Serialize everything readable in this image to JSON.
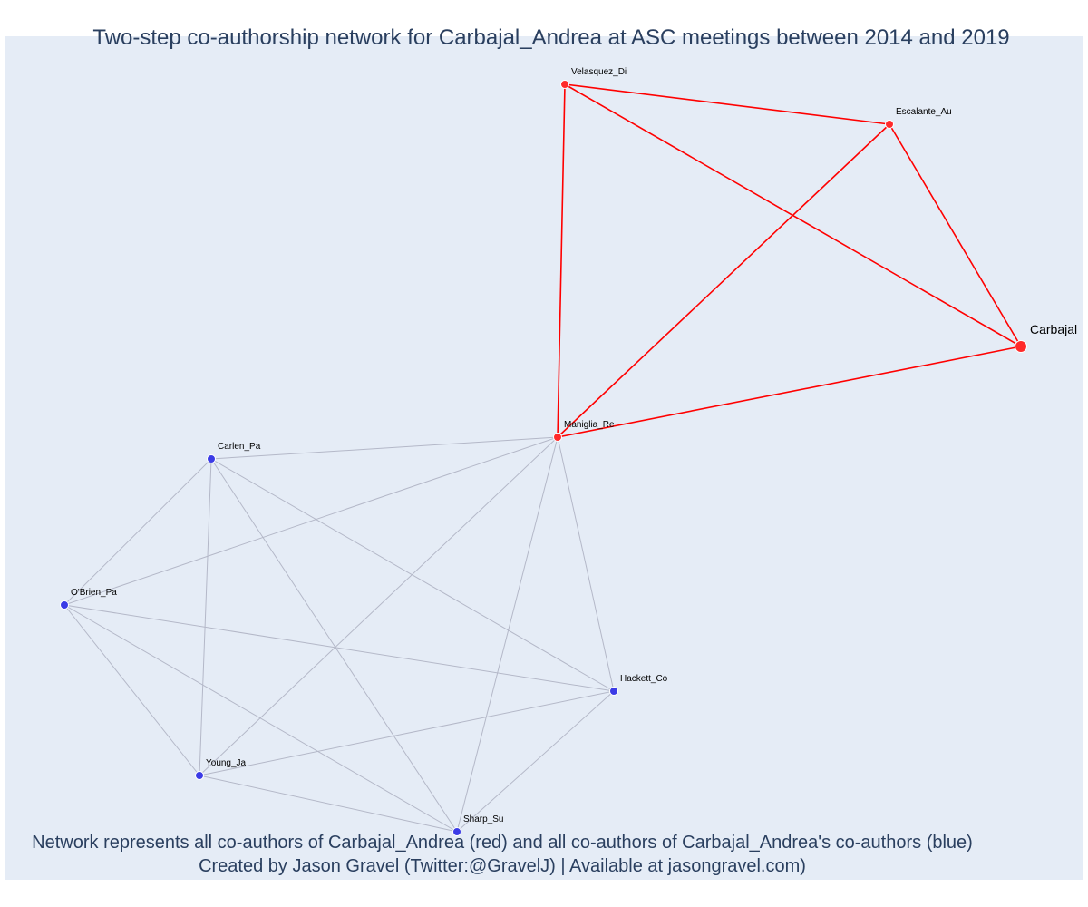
{
  "title": "Two-step co-authorship network for Carbajal_Andrea at ASC meetings between 2014 and 2019",
  "caption_lines": [
    "Network represents all co-authors of Carbajal_Andrea (red) and all co-authors of Carbajal_Andrea's co-authors (blue)",
    "Created by Jason Gravel (Twitter:@GravelJ) | Available at jasongravel.com)"
  ],
  "colors": {
    "background": "#e5ecf6",
    "red_node": "#ff2a2a",
    "blue_node": "#3b3be6",
    "red_edge": "#ff0000",
    "grey_edge": "#b4b8c8",
    "text": "#2a3f5f"
  },
  "nodes": [
    {
      "id": "carbajal",
      "label": "Carbajal_Andrea",
      "display": "Carbajal_",
      "group": "focal"
    },
    {
      "id": "velasquez",
      "label": "Velasquez_Di",
      "group": "red"
    },
    {
      "id": "escalante",
      "label": "Escalante_Au",
      "group": "red"
    },
    {
      "id": "maniglia",
      "label": "Maniglia_Re",
      "group": "red"
    },
    {
      "id": "carlen",
      "label": "Carlen_Pa",
      "group": "blue"
    },
    {
      "id": "obrien",
      "label": "O'Brien_Pa",
      "group": "blue"
    },
    {
      "id": "hackett",
      "label": "Hackett_Co",
      "group": "blue"
    },
    {
      "id": "young",
      "label": "Young_Ja",
      "group": "blue"
    },
    {
      "id": "sharp",
      "label": "Sharp_Su",
      "group": "blue"
    }
  ],
  "edges": [
    {
      "source": "velasquez",
      "target": "escalante",
      "group": "red"
    },
    {
      "source": "velasquez",
      "target": "maniglia",
      "group": "red"
    },
    {
      "source": "velasquez",
      "target": "carbajal",
      "group": "red"
    },
    {
      "source": "escalante",
      "target": "maniglia",
      "group": "red"
    },
    {
      "source": "escalante",
      "target": "carbajal",
      "group": "red"
    },
    {
      "source": "maniglia",
      "target": "carbajal",
      "group": "red"
    },
    {
      "source": "maniglia",
      "target": "carlen",
      "group": "blue"
    },
    {
      "source": "maniglia",
      "target": "obrien",
      "group": "blue"
    },
    {
      "source": "maniglia",
      "target": "hackett",
      "group": "blue"
    },
    {
      "source": "maniglia",
      "target": "young",
      "group": "blue"
    },
    {
      "source": "maniglia",
      "target": "sharp",
      "group": "blue"
    },
    {
      "source": "carlen",
      "target": "obrien",
      "group": "blue"
    },
    {
      "source": "carlen",
      "target": "young",
      "group": "blue"
    },
    {
      "source": "carlen",
      "target": "sharp",
      "group": "blue"
    },
    {
      "source": "carlen",
      "target": "hackett",
      "group": "blue"
    },
    {
      "source": "obrien",
      "target": "hackett",
      "group": "blue"
    },
    {
      "source": "obrien",
      "target": "young",
      "group": "blue"
    },
    {
      "source": "obrien",
      "target": "sharp",
      "group": "blue"
    },
    {
      "source": "young",
      "target": "hackett",
      "group": "blue"
    },
    {
      "source": "young",
      "target": "sharp",
      "group": "blue"
    },
    {
      "source": "sharp",
      "target": "hackett",
      "group": "blue"
    }
  ]
}
